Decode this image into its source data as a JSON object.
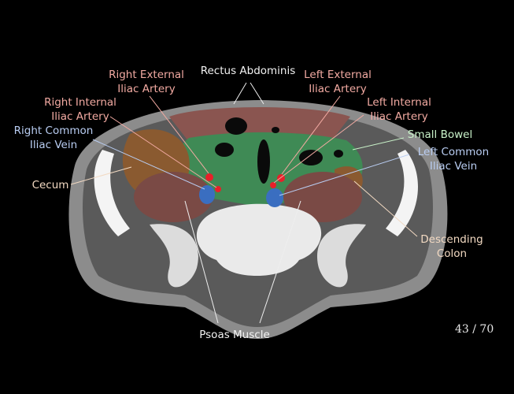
{
  "labels": {
    "rectus": "Rectus Abdominis",
    "right_ext": [
      "Right External",
      "Iliac Artery"
    ],
    "left_ext": [
      "Left External",
      "Iliac Artery"
    ],
    "right_int": [
      "Right Internal",
      "Iliac Artery"
    ],
    "left_int": [
      "Left Internal",
      "Iliac Artery"
    ],
    "right_civ": [
      "Right Common",
      "Iliac Vein"
    ],
    "left_civ": [
      "Left Common",
      "Iliac Vein"
    ],
    "small_bowel": "Small Bowel",
    "cecum": "Cecum",
    "desc_colon": [
      "Descending",
      "Colon"
    ],
    "psoas": "Psoas Muscle"
  },
  "slice": {
    "current": 43,
    "total": 70,
    "text": "43 / 70"
  },
  "colors": {
    "artery": "#e8202a",
    "vein": "#3a6ec0",
    "bowel": "#3fa55a",
    "muscle": "#8a4a45",
    "colon": "#a0622a"
  }
}
